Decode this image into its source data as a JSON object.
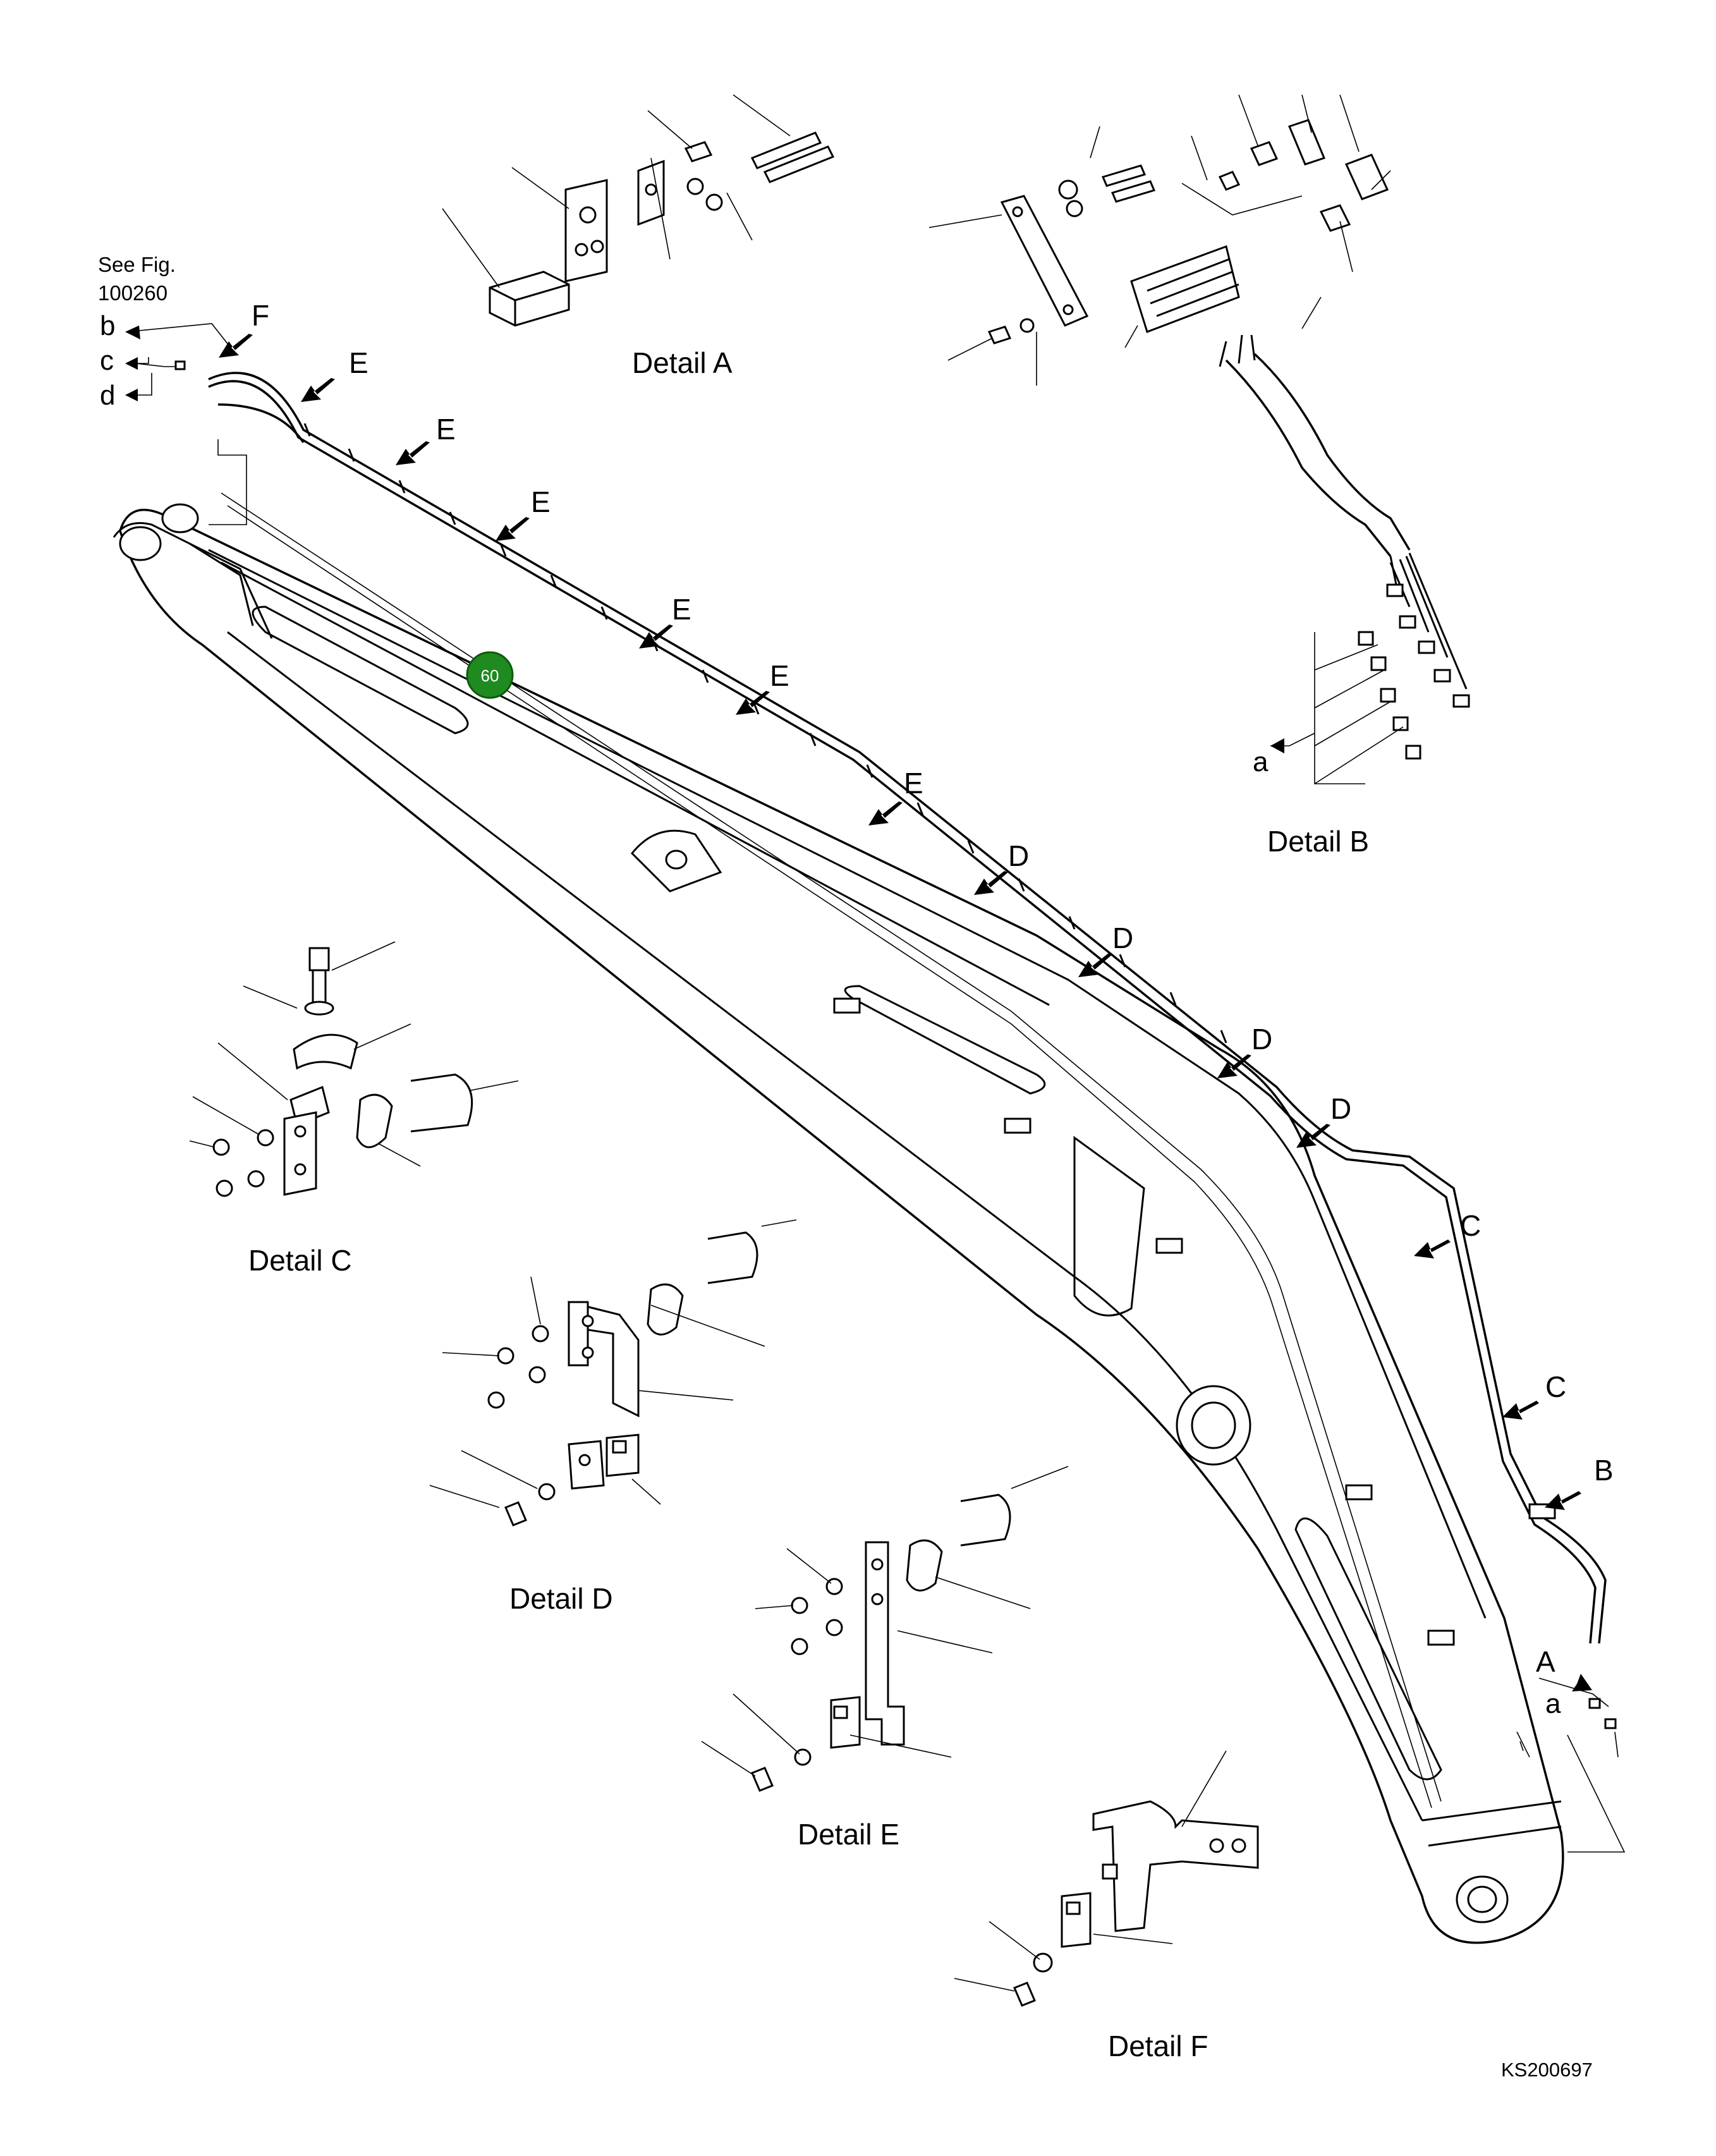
{
  "reference": {
    "line1": "See Fig.",
    "line2": "100260"
  },
  "connections": {
    "b": "b",
    "c": "c",
    "d": "d",
    "a_detail_b": "a",
    "a_boom": "a"
  },
  "detail_titles": {
    "A": "Detail A",
    "B": "Detail B",
    "C": "Detail C",
    "D": "Detail D",
    "E": "Detail E",
    "F": "Detail F"
  },
  "arrow_markers": {
    "f": "F",
    "e": "E",
    "d": "D",
    "c": "C",
    "b": "B",
    "a": "A"
  },
  "callout": {
    "number": "60",
    "color": "#1f8a1f"
  },
  "figure_code": "KS200697"
}
